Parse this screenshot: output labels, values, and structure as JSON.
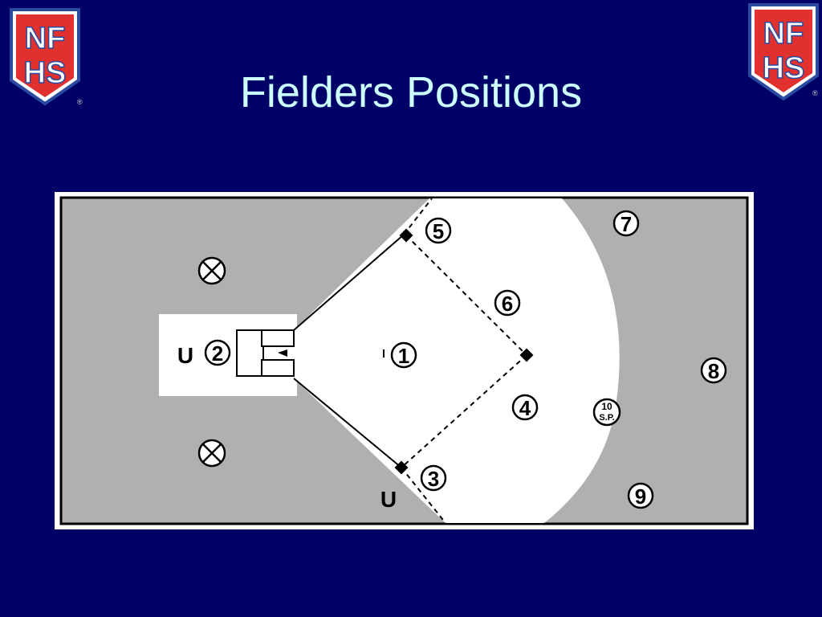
{
  "title": "Fielders Positions",
  "logo": {
    "line1": "NF",
    "line2": "HS",
    "mark": "®"
  },
  "colors": {
    "background": "#000066",
    "title": "#ccffff",
    "field_gray": "#b0b0b0",
    "logo_red": "#e0312f",
    "logo_blue": "#2a4aa0"
  },
  "diagram": {
    "fielders": {
      "f1": "1",
      "f2": "2",
      "f3": "3",
      "f4": "4",
      "f5": "5",
      "f6": "6",
      "f7": "7",
      "f8": "8",
      "f9": "9",
      "f10_top": "10",
      "f10_bottom": "S.P."
    },
    "umpire_plate": "U",
    "umpire_base": "U"
  }
}
